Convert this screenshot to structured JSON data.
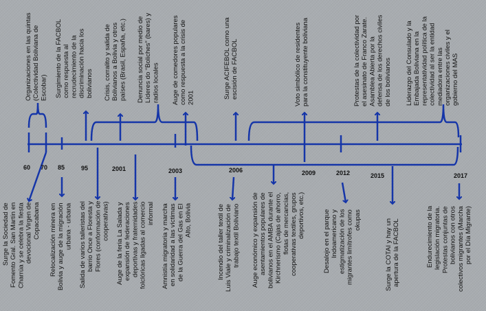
{
  "colors": {
    "line": "#1535a8",
    "background": "#a8acb0"
  },
  "years": [
    "60",
    "70",
    "85",
    "95",
    "2001",
    "2003",
    "2006",
    "2009",
    "2012",
    "2015",
    "2017"
  ],
  "top_events": [
    "Organizaciones en las quintas\n(Colectividad Boliviana de\nEscobar)",
    "Surgimiento de la FACBOL\ncomo respuesta al\nrecrudecimiento de la\ndiscriminación hacia los\nbolivianos",
    "Crisis, corralito y salida de\nBolivianos a Bolivia y otros\npaíses (Brasil, España, etc.)",
    "Denuncia social por medio de\nLíderes do “Boliches” (bares) y\nradios locales",
    "Auge de comedores populares\ncomo respuesta a la crisis de\n2001",
    "Surge ACIFEBOL como una\nescisión de FACBOL",
    "Voto simbólico de residentes\npara la constituyente boliviana",
    "Protestas de la colectividad por\nel asesinato de Franco Zarate.\nAsamblea Abierta por la\ndefensa de los derechos civiles\nde los bolivianos",
    "Liderazgo del Consulado y la\nEmbajada Boliviana en la\nrepresentatividad política de la\ncolectividad al ser la entidad\nmediadora entre las\norganizaciones civiles y el\ngobierno del MAS"
  ],
  "bottom_events": [
    "Surge la Sociedad de\nFomento Gral. San Martín en\nCharrúa y se celebra la fiesta\ndevocional Virgen de\nCopacabana",
    "Relocalización minera en\nBolivia y auge de la migración\nurbana - urbana",
    "Salida de varios talleristas del\nbarrio Once a Floresta y\nFlores (conformación de\ncooperativas)",
    "Auge de la feria La Salada y\nexpansión de federaciones\ndeportivas y fraternidades\nfolclóricas ligadas al comercio\ninformal",
    "Amnistía migratoria y marcha\nen solidaridad a las víctimas\nde la Guerra del Gas en El\nAlto, Bolivia",
    "Incendio del taller textil de\nLuis Viale y criminalización de\ntrabajo textil Boliviano",
    "Auge económico y expansión de\nasentamientos populares de\nbolivianos en el AMBA durante el\nKirchnerismo (Cajas de ahorro,\nflotas de mercancías,\ncooperativas textiles, grupos\ndeportivos, etc.)",
    "Desalojo en el parque\nIndoamericano y\nestigmatización de los\nmigrantes limítrofes como\nokupas",
    "Surge la COTAI y hay un\napertura de la FACBOL",
    "Endurecimiento de la\nlegislación migratoria.\nProtestas conjuntas de\nbolivianos con otros\ncolectivos migrantes (Marcha\npor el Día Migrante)"
  ]
}
